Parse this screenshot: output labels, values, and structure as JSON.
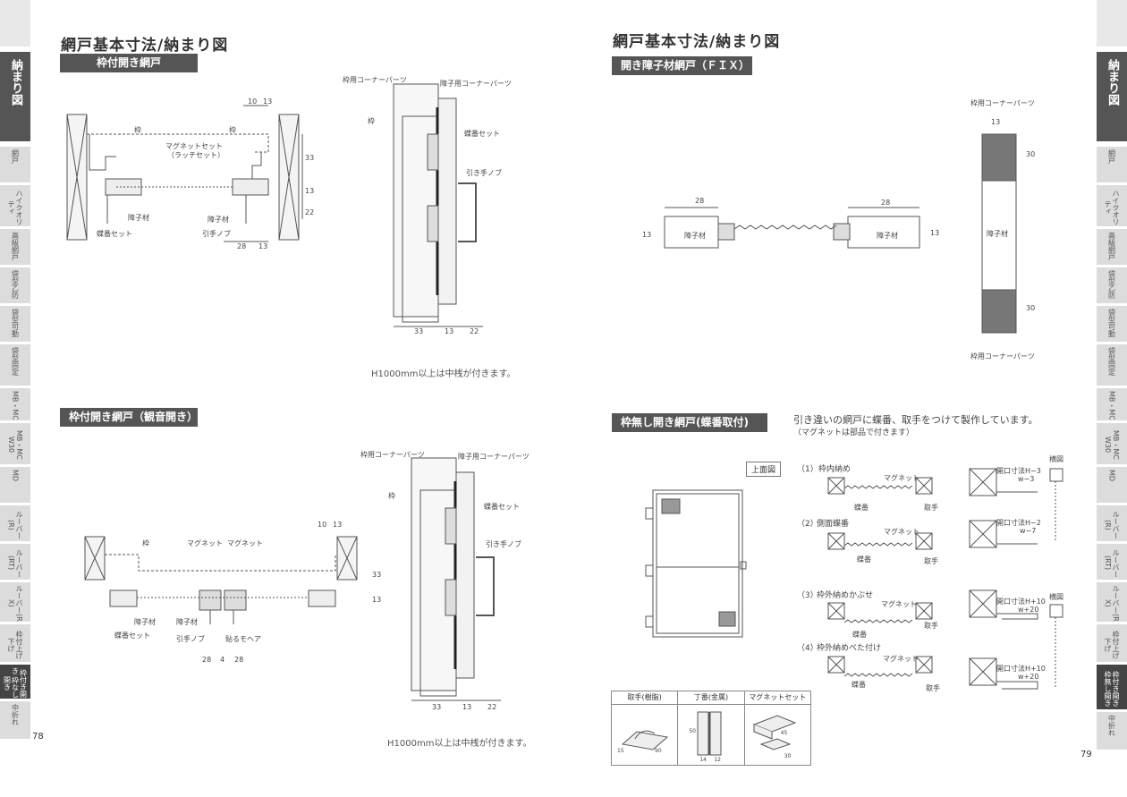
{
  "left_page": {
    "title": "網戸基本寸法/納まり図",
    "section1_label": "枠付開き網戸",
    "section2_label": "枠付開き網戸（観音開き）",
    "note_h1000_1": "H1000mm以上は中桟が付きます。",
    "note_h1000_2": "H1000mm以上は中桟が付きます。",
    "page_number": "78",
    "s1_labels": {
      "waku_a": "枠",
      "waku_b": "枠",
      "magnet": "マグネットセット",
      "latch": "（ラッチセット）",
      "shoshi": "障子材",
      "shoshi2": "障子材",
      "chouban": "蝶番セット",
      "hikite": "引手ノブ",
      "d10": "10",
      "d13": "13",
      "d33": "33",
      "d13v": "13",
      "d22": "22",
      "d28": "28",
      "d13b": "13"
    },
    "s1_side": {
      "corner": "枠用コーナーパーツ",
      "shoshi_corner": "障子用コーナーパーツ",
      "waku": "枠",
      "chouban": "蝶番セット",
      "hikite": "引き手ノブ",
      "d33": "33",
      "d13": "13",
      "d22": "22"
    },
    "s2_labels": {
      "waku": "枠",
      "magnet_a": "マグネット",
      "magnet_b": "マグネット",
      "shoshi": "障子材",
      "shoshi2": "障子材",
      "chouban": "蝶番セット",
      "hikite": "引手ノブ",
      "mohea": "貼るモヘア",
      "d10": "10",
      "d13": "13",
      "d33": "33",
      "d13v": "13",
      "d28a": "28",
      "d4": "4",
      "d28b": "28"
    },
    "s2_side": {
      "corner": "枠用コーナーパーツ",
      "shoshi_corner": "障子用コーナーパーツ",
      "waku": "枠",
      "chouban": "蝶番セット",
      "hikite": "引き手ノブ",
      "d33": "33",
      "d13": "13",
      "d22": "22"
    }
  },
  "right_page": {
    "title": "網戸基本寸法/納まり図",
    "section1_label": "開き障子材網戸（ＦＩＸ）",
    "section2_label": "枠無し開き網戸(蝶番取付)",
    "section2_desc": "引き違いの網戸に蝶番、取手をつけて製作しています。",
    "section2_sub": "（マグネットは部品で付きます）",
    "page_number": "79",
    "fix_labels": {
      "d28a": "28",
      "d28b": "28",
      "d13a": "13",
      "d13b": "13",
      "shoshi_a": "障子材",
      "shoshi_b": "障子材",
      "corner_top": "枠用コーナーパーツ",
      "corner_bottom": "枠用コーナーパーツ",
      "d13top": "13",
      "d30a": "30",
      "d30b": "30",
      "shoshi_v": "障子材"
    },
    "top_view": "上面図",
    "items": [
      {
        "no": "（1）",
        "name": "枠内納め",
        "magnet": "マグネット",
        "chouban": "蝶番",
        "totte": "取手",
        "dim": "開口寸法H−3",
        "dim2": "w−3"
      },
      {
        "no": "（2）",
        "name": "側面蝶番",
        "magnet": "マグネット",
        "chouban": "蝶番",
        "totte": "取手",
        "dim": "開口寸法H−2",
        "dim2": "w−7"
      },
      {
        "no": "（3）",
        "name": "枠外納めかぶせ",
        "magnet": "マグネット",
        "chouban": "蝶番",
        "totte": "取手",
        "dim": "開口寸法H+10",
        "dim2": "w+20"
      },
      {
        "no": "（4）",
        "name": "枠外納めべた付け",
        "magnet": "マグネット",
        "chouban": "蝶番",
        "totte": "取手",
        "dim": "開口寸法H+10",
        "dim2": "w+20"
      }
    ],
    "yoko_a": "横図",
    "yoko_b": "横図",
    "parts_table": {
      "headers": [
        "取手(樹脂)",
        "丁番(金属)",
        "マグネットセット"
      ],
      "dims": {
        "p1a": "90",
        "p1b": "15",
        "p2a": "50",
        "p2b": "14",
        "p2c": "12",
        "p3a": "45",
        "p3b": "30"
      }
    }
  },
  "left_tabs": [
    "納まり図",
    "網戸",
    "ハイクオリティ",
    "高級網戸",
    "袋型乙防",
    "袋型可動",
    "袋型固定",
    "MB・MC",
    "MB・MC W30",
    "MD",
    "ルーバー(R)",
    "ルーバー(RT)",
    "ルーバー(RX)",
    "枠付上げ下げ",
    "枠付き開き 枠なし開き",
    "中折れ"
  ],
  "right_tabs": [
    "納まり図",
    "網戸",
    "ハイクオリティ",
    "高級網戸",
    "袋型乙防",
    "袋型可動",
    "袋型固定",
    "MB・MC",
    "MB・MC W30",
    "MD",
    "ルーバー(R)",
    "ルーバー(RT)",
    "ルーバー(RX)",
    "枠付上げ下げ",
    "枠付き開き 枠無し開き",
    "中折れ"
  ]
}
